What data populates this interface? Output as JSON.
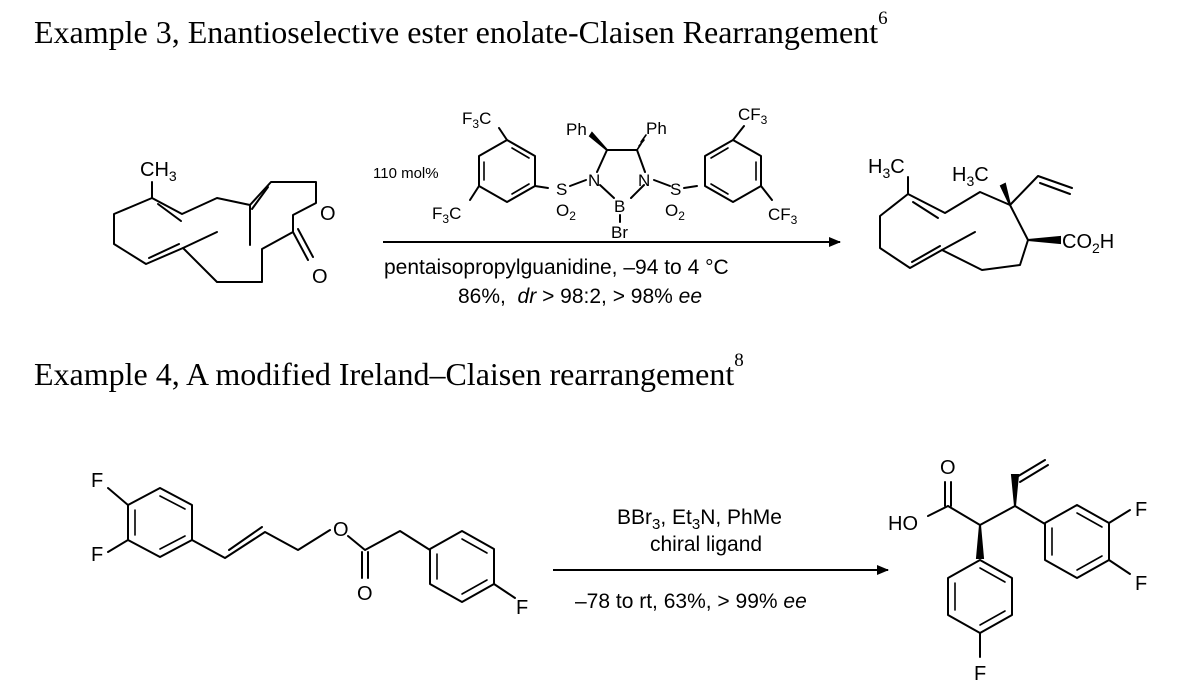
{
  "colors": {
    "ink": "#000000",
    "background": "#ffffff"
  },
  "example3": {
    "heading": "Example 3, Enantioselective ester enolate-Claisen Rearrangement",
    "heading_ref": "6",
    "reactant_label_ch3": "CH3",
    "reactant_label_o_ring": "O",
    "reactant_label_o_carbonyl": "O",
    "catalyst_amount": "110 mol%",
    "catalyst_labels": {
      "cf3_top_left": "F3C",
      "cf3_bottom_left": "F3C",
      "cf3_top_right": "CF3",
      "cf3_bottom_right": "CF3",
      "ph_left": "Ph",
      "ph_right": "Ph",
      "s_left": "S",
      "s_right": "S",
      "o2_left": "O2",
      "o2_right": "O2",
      "n_left": "N",
      "n_right": "N",
      "b": "B",
      "br": "Br"
    },
    "conditions_line1": "pentaisopropylguanidine, –94  to 4 °C",
    "conditions_line2_a": "86%,  ",
    "conditions_line2_dr": "dr",
    "conditions_line2_b": " > 98:2, > 98% ",
    "conditions_line2_ee": "ee",
    "product_labels": {
      "h3c_a": "H3C",
      "h3c_b": "H3C",
      "co2h": "CO2H"
    }
  },
  "example4": {
    "heading": "Example 4, A modified Ireland–Claisen rearrangement",
    "heading_ref": "8",
    "reactant_labels": {
      "f_top": "F",
      "f_bottom": "F",
      "o_ester": "O",
      "o_carbonyl": "O",
      "f_para": "F"
    },
    "conditions_line1": "BBr3, Et3N, PhMe",
    "conditions_line2": "chiral ligand",
    "conditions_line3_a": "–78 to rt, 63%, > 99% ",
    "conditions_line3_ee": "ee",
    "product_labels": {
      "o_carbonyl": "O",
      "ho": "HO",
      "f_top": "F",
      "f_bottom": "F",
      "f_para": "F"
    }
  }
}
